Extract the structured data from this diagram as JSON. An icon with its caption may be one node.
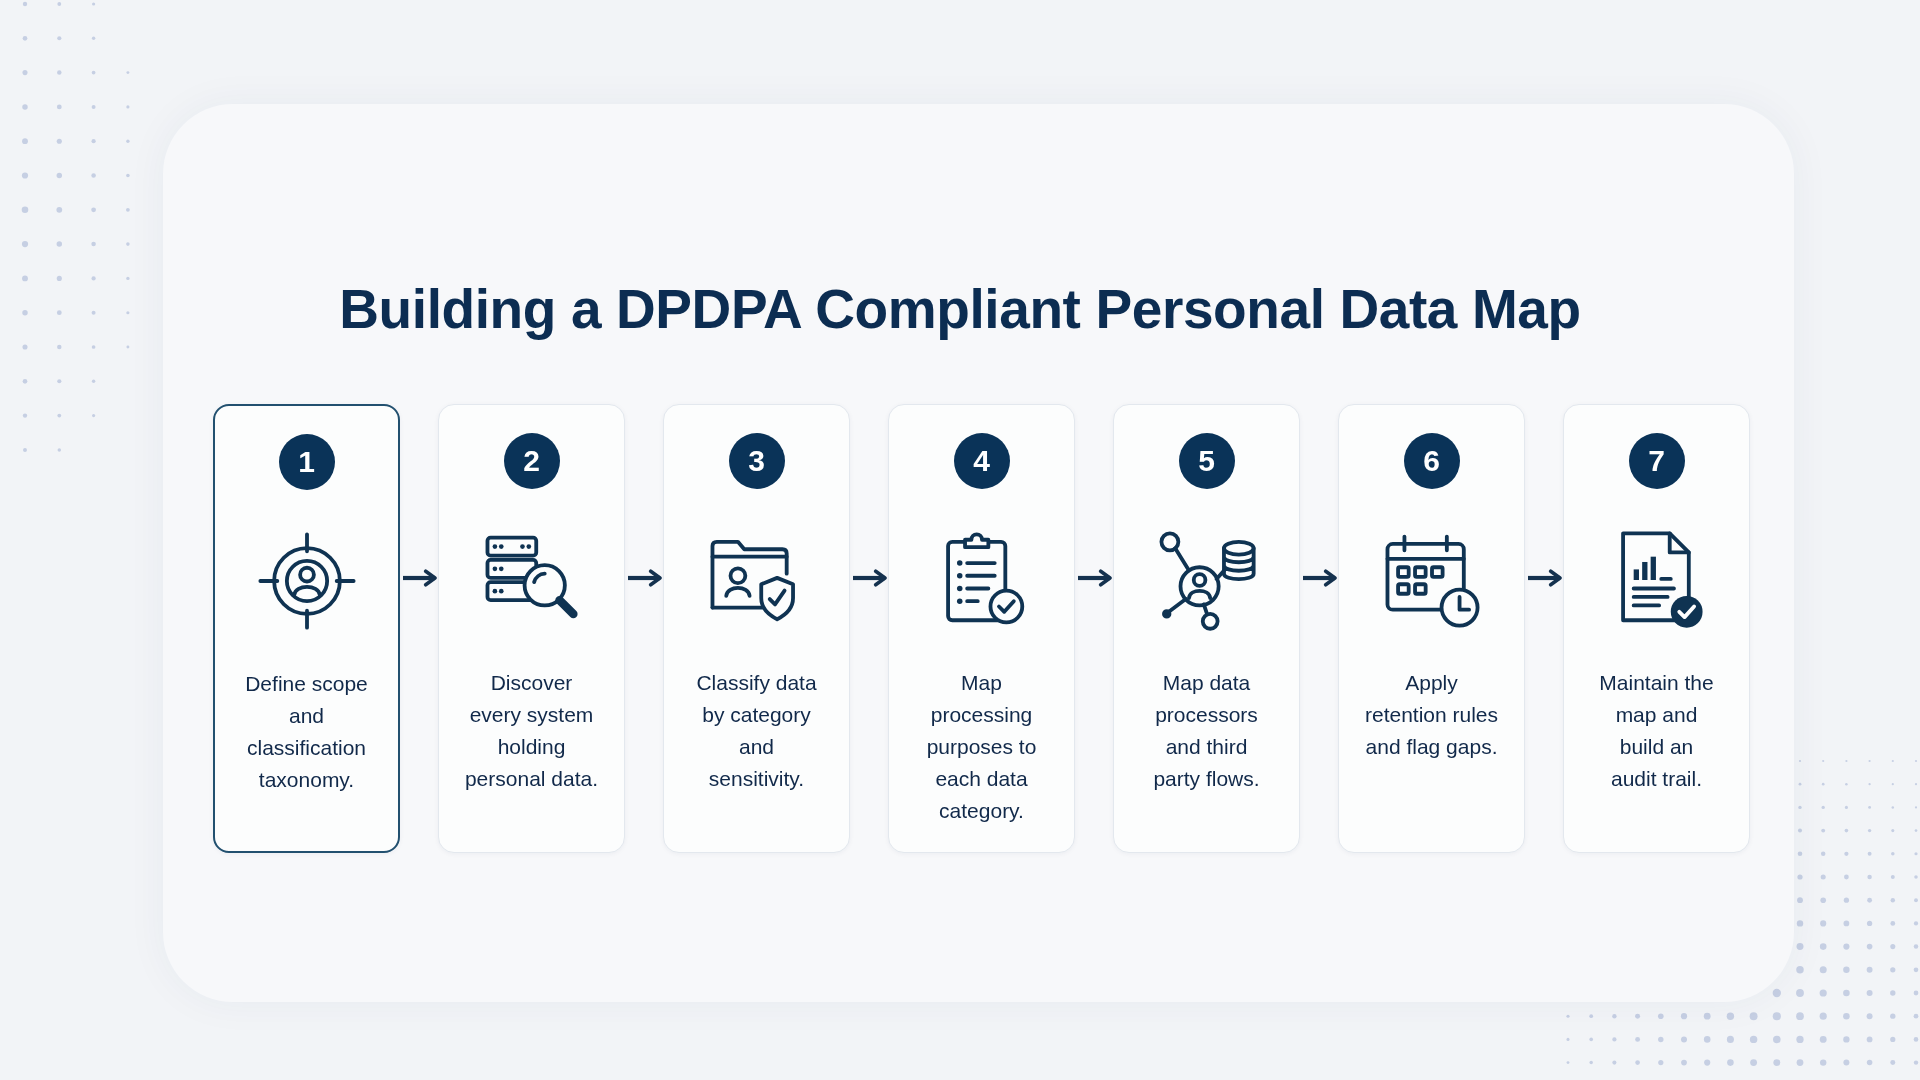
{
  "diagram": {
    "title": "Building a DPDPA Compliant Personal Data Map",
    "nodes": [
      {
        "text": [
          "1",
          "Define scope and classification taxonomy."
        ]
      },
      {
        "text": [
          "2",
          "Discover every system holding personal data."
        ]
      },
      {
        "text": [
          "3",
          "Classify data by category and sensitivity."
        ]
      },
      {
        "text": [
          "4",
          "Map processing purposes to each data category."
        ]
      },
      {
        "text": [
          "5",
          "Map data processors and third party flows."
        ]
      },
      {
        "text": [
          "6",
          "Apply retention rules and flag gaps."
        ]
      },
      {
        "text": [
          "7",
          "Maintain the map and build an audit trail."
        ]
      }
    ],
    "edges": [
      {
        "from": 0,
        "to": 1,
        "arrow": "to"
      },
      {
        "from": 1,
        "to": 2,
        "arrow": "to"
      },
      {
        "from": 2,
        "to": 3,
        "arrow": "to"
      },
      {
        "from": 3,
        "to": 4,
        "arrow": "to"
      },
      {
        "from": 4,
        "to": 5,
        "arrow": "to"
      },
      {
        "from": 5,
        "to": 6,
        "arrow": "to"
      }
    ]
  }
}
